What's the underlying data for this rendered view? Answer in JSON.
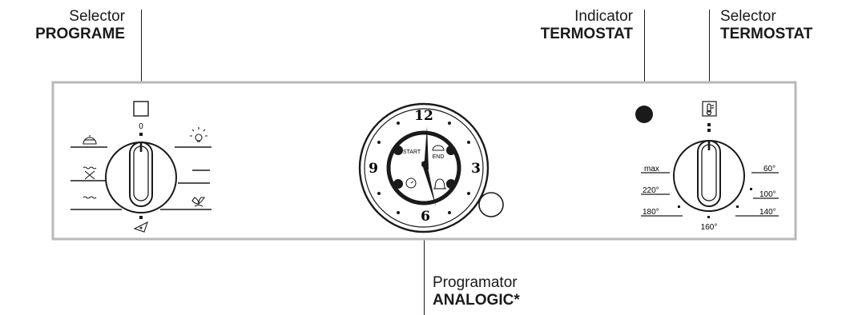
{
  "callouts": {
    "programe": {
      "line1": "Selector",
      "line2": "PROGRAME"
    },
    "indicator": {
      "line1": "Indicator",
      "line2": "TERMOSTAT"
    },
    "termostat": {
      "line1": "Selector",
      "line2": "TERMOSTAT"
    },
    "programator": {
      "line1": "Programator",
      "line2": "ANALOGIC*"
    }
  },
  "program_knob": {
    "zero_label": "0",
    "positions": [
      "top-heat",
      "grill",
      "bottom-heat",
      "pizza",
      "fan",
      "top-bottom",
      "lamp"
    ]
  },
  "clock": {
    "numerals": [
      "12",
      "3",
      "6",
      "9"
    ],
    "start_label": "START",
    "end_label": "END",
    "icons": [
      "timer-icon",
      "bell-icon",
      "cooking-end-icon"
    ]
  },
  "thermostat": {
    "labels": [
      "max",
      "220°",
      "180°",
      "160°",
      "140°",
      "100°",
      "60°"
    ],
    "icon": "thermometer-icon"
  },
  "colors": {
    "panel_border": "#b9b9b9",
    "ink": "#1a1a1a"
  }
}
